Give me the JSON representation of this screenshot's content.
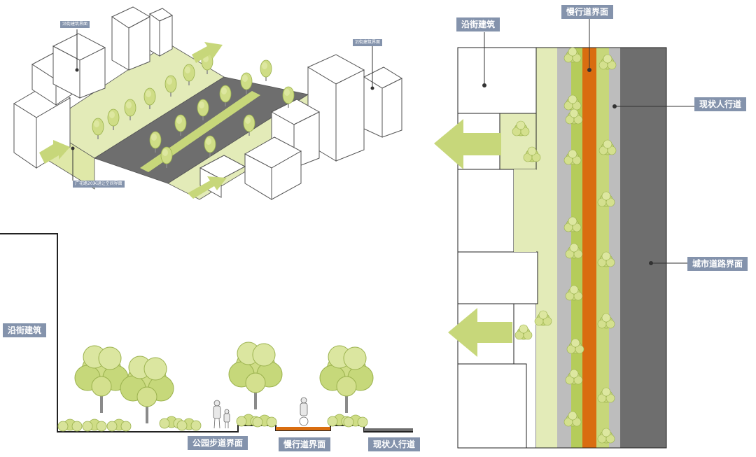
{
  "iso_labels": {
    "street_buildings_left": "沿街建筑界面",
    "street_buildings_right": "沿街建筑界面",
    "bottom_interface": "广花路20米退让空间界面"
  },
  "section_labels": {
    "street_buildings": "沿街建筑",
    "park_walk": "公园步道界面",
    "slow_lane": "慢行道界面",
    "sidewalk": "现状人行道"
  },
  "plan_labels": {
    "street_buildings": "沿街建筑",
    "slow_lane": "慢行道界面",
    "sidewalk": "现状人行道",
    "city_road": "城市道路界面"
  },
  "colors": {
    "green_light": "#e3ebb8",
    "green_mid": "#c7d77a",
    "green_strong": "#b5cc5a",
    "orange": "#d96d10",
    "road_dark": "#6e6e6e",
    "gray_light": "#bdbdbd",
    "label_bg": "#8493ac"
  }
}
